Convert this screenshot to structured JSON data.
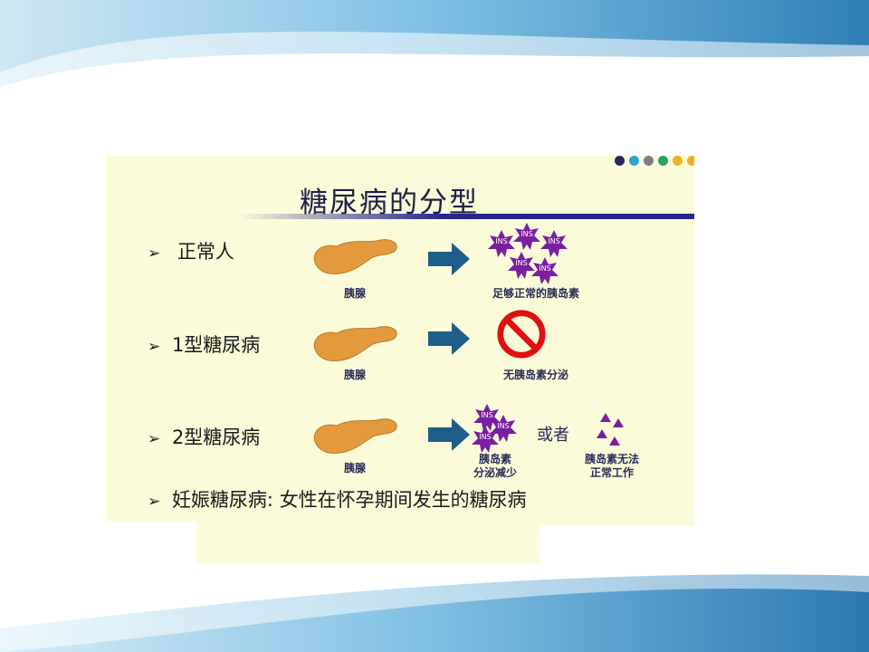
{
  "slide": {
    "title": "糖尿病的分型",
    "dot_colors": [
      "#27265f",
      "#2aa6d6",
      "#808080",
      "#2e9e6a",
      "#f0b020",
      "#f0b020"
    ],
    "rows": [
      {
        "bullet_mark": "➢",
        "label": "正常人",
        "organ_label": "胰腺",
        "result_label": "足够正常的胰岛素"
      },
      {
        "bullet_mark": "➢",
        "label": "1型糖尿病",
        "organ_label": "胰腺",
        "result_label": "无胰岛素分泌"
      },
      {
        "bullet_mark": "➢",
        "label": "2型糖尿病",
        "organ_label": "胰腺",
        "result_label_a_line1": "胰岛素",
        "result_label_a_line2": "分泌减少",
        "or_text": "或者",
        "result_label_b_line1": "胰岛素无法",
        "result_label_b_line2": "正常工作"
      },
      {
        "bullet_mark": "➢",
        "label": "妊娠糖尿病: 女性在怀孕期间发生的糖尿病"
      }
    ],
    "ins_text": "INS",
    "colors": {
      "ins_fill": "#7a1fa0",
      "pancreas_fill": "#e39a3c",
      "arrow_fill": "#1f5e8a",
      "no_sign": "#e01010",
      "triangle_fill": "#7a1fa0"
    }
  }
}
